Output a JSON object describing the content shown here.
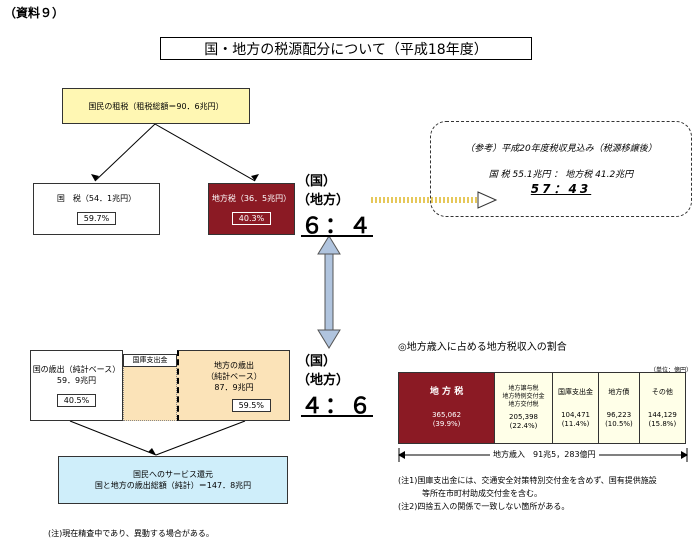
{
  "doc_label": "（資料９）",
  "title": "国・地方の税源配分について（平成18年度）",
  "top": {
    "national_burden": "国民の租税（租税総額＝90．6兆円）",
    "national_tax_label": "国　税（54．1兆円）",
    "national_tax_pct": "59.7%",
    "local_tax_label": "地方税（36．5兆円）",
    "local_tax_pct": "40.3%",
    "ratio_header_national": "（国）",
    "ratio_header_local": "（地方）",
    "ratio_value": "６：４"
  },
  "reference": {
    "title": "（参考）平成20年度税収見込み（税源移譲後）",
    "line": "国 税 55.1兆円 ： 地方税 41.2兆円",
    "ratio": "57：43"
  },
  "bottom": {
    "national_exp_line1": "国の歳出（純計ベース）",
    "national_exp_line2": "59．9兆円",
    "national_exp_pct": "40.5%",
    "treasury_label": "国庫支出金",
    "local_exp_line1": "地方の歳出",
    "local_exp_line2": "（純計ベース）",
    "local_exp_line3": "87．9兆円",
    "local_exp_pct": "59.5%",
    "ratio_header_national": "（国）",
    "ratio_header_local": "（地方）",
    "ratio_value": "４：６",
    "service_line1": "国民へのサービス還元",
    "service_line2": "国と地方の歳出総額（純計）＝147．8兆円"
  },
  "share": {
    "heading": "◎地方歳入に占める地方税収入の割合",
    "unit": "（単位：億円）",
    "cells": [
      {
        "name": "地 方 税",
        "value": "365,062",
        "pct": "(39.9%)"
      },
      {
        "name": "地方譲与税\n地方特例交付金\n地方交付税",
        "value": "205,398",
        "pct": "(22.4%)"
      },
      {
        "name": "国庫支出金",
        "value": "104,471",
        "pct": "(11.4%)"
      },
      {
        "name": "地方債",
        "value": "96,223",
        "pct": "(10.5%)"
      },
      {
        "name": "その他",
        "value": "144,129",
        "pct": "(15.8%)"
      }
    ],
    "total": "地方歳入　91兆5，283億円",
    "note1a": "(注1)国庫支出金には、交通安全対策特別交付金を含めず、国有提供施設",
    "note1b": "等所在市町村助成交付金を含む。",
    "note2": "(注2)四捨五入の関係で一致しない箇所がある。"
  },
  "footnote": "(注)現在精査中であり、異動する場合がある。",
  "colors": {
    "accent_red": "#8b1a24",
    "pale_yellow": "#fff7b3",
    "pale_orange": "#fbe3b8",
    "pale_blue": "#cfeefa",
    "share_header": "#ffffe8"
  }
}
